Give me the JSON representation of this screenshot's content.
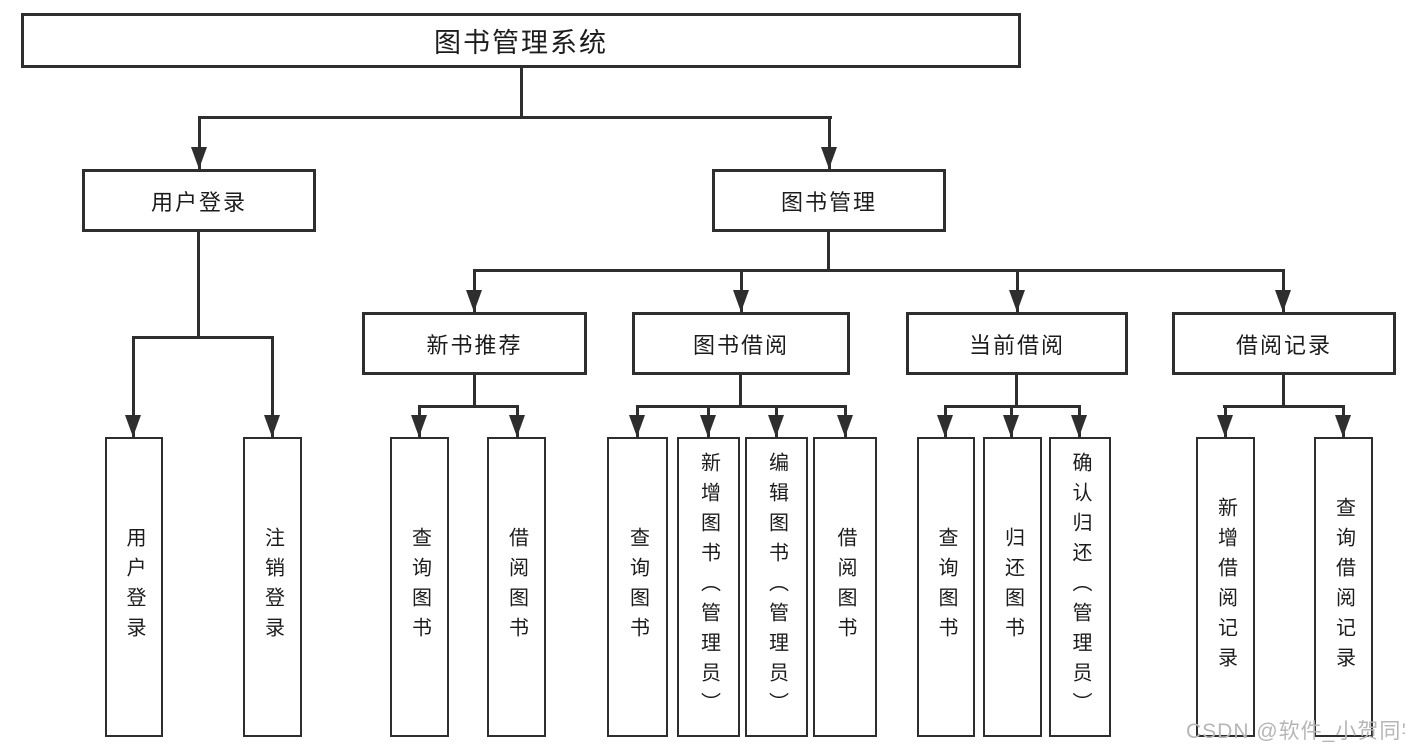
{
  "watermark": "CSDN @软件_小贺同学",
  "colors": {
    "line": "#2e2e2e",
    "text": "#1c1c1c",
    "watermark": "#b6b6b6",
    "background": "#ffffff"
  },
  "tree": {
    "root": {
      "label": "图书管理系统"
    },
    "branches": [
      {
        "label": "用户登录",
        "children": [
          {
            "label": "用户登录"
          },
          {
            "label": "注销登录"
          }
        ]
      },
      {
        "label": "图书管理",
        "children": [
          {
            "label": "新书推荐",
            "children": [
              {
                "label": "查询图书"
              },
              {
                "label": "借阅图书"
              }
            ]
          },
          {
            "label": "图书借阅",
            "children": [
              {
                "label": "查询图书"
              },
              {
                "label": "新增图书（管理员）"
              },
              {
                "label": "编辑图书（管理员）"
              },
              {
                "label": "借阅图书"
              }
            ]
          },
          {
            "label": "当前借阅",
            "children": [
              {
                "label": "查询图书"
              },
              {
                "label": "归还图书"
              },
              {
                "label": "确认归还（管理员）"
              }
            ]
          },
          {
            "label": "借阅记录",
            "children": [
              {
                "label": "新增借阅记录"
              },
              {
                "label": "查询借阅记录"
              }
            ]
          }
        ]
      }
    ]
  }
}
